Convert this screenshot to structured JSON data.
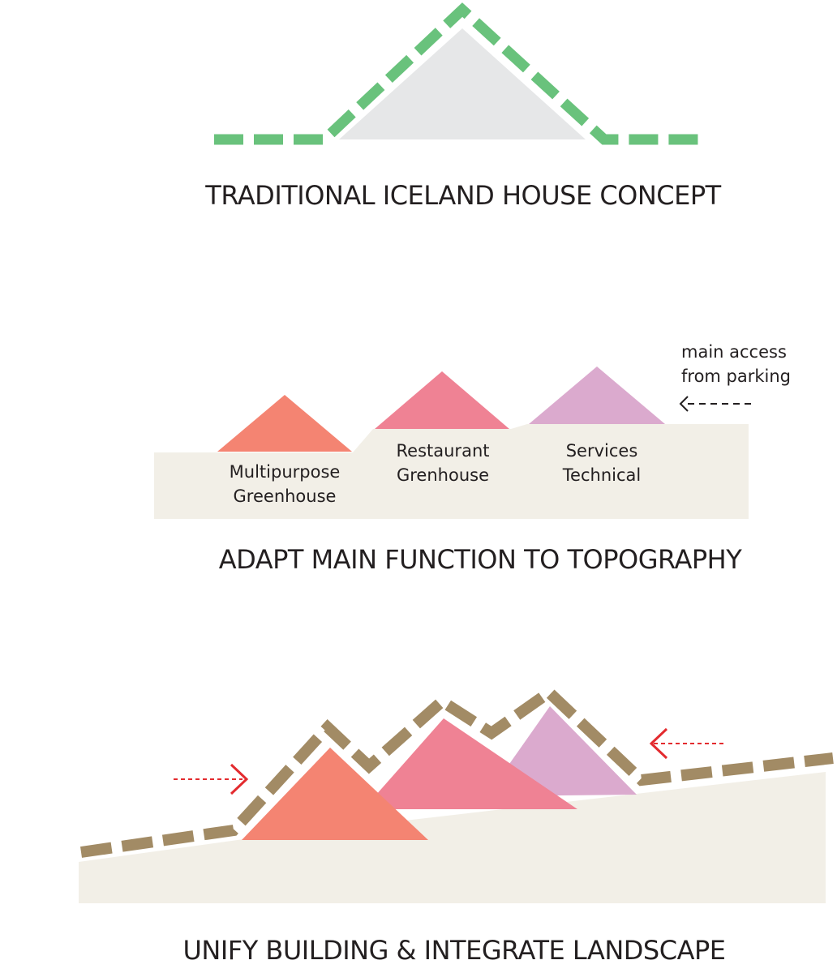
{
  "colors": {
    "green_dash": "#69c27c",
    "house_gray": "#e6e7e8",
    "ground": "#f2efe7",
    "coral": "#f48472",
    "pink": "#ef8294",
    "lilac": "#dbaace",
    "earth_dash": "#a28b65",
    "red_arrow": "#e32b2f",
    "text": "#231f20"
  },
  "section1": {
    "caption": "TRADITIONAL ICELAND HOUSE CONCEPT"
  },
  "section2": {
    "caption": "ADAPT MAIN FUNCTION TO TOPOGRAPHY",
    "access_label_line1": "main access",
    "access_label_line2": "from parking",
    "volume1_line1": "Multipurpose",
    "volume1_line2": "Greenhouse",
    "volume2_line1": "Restaurant",
    "volume2_line2": "Grenhouse",
    "volume3_line1": "Services",
    "volume3_line2": "Technical"
  },
  "section3": {
    "caption": "UNIFY BUILDING & INTEGRATE LANDSCAPE"
  }
}
